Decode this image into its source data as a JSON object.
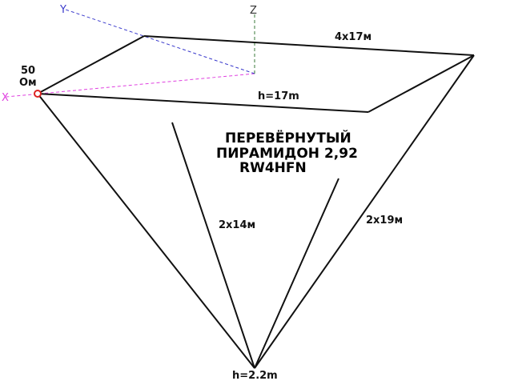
{
  "title": {
    "line1": "ПЕРЕВЁРНУТЫЙ",
    "line2": "ПИРАМИДОН 2,92",
    "line3": "RW4HFN"
  },
  "labels": {
    "top_side": "4x17м",
    "height_top": "h=17m",
    "inner_wires": "2x14м",
    "outer_wires": "2x19м",
    "height_bottom": "h=2.2m",
    "impedance_value": "50",
    "impedance_unit": "Ом"
  },
  "axes": {
    "x": "X",
    "y": "Y",
    "z": "Z"
  },
  "colors": {
    "wire": "#111111",
    "x_axis": "#e040e0",
    "y_axis": "#3a3acc",
    "z_axis": "#3a7a3a",
    "feed_point": "#dd2222"
  },
  "icons": {
    "feed_point": "circle-marker-icon"
  }
}
